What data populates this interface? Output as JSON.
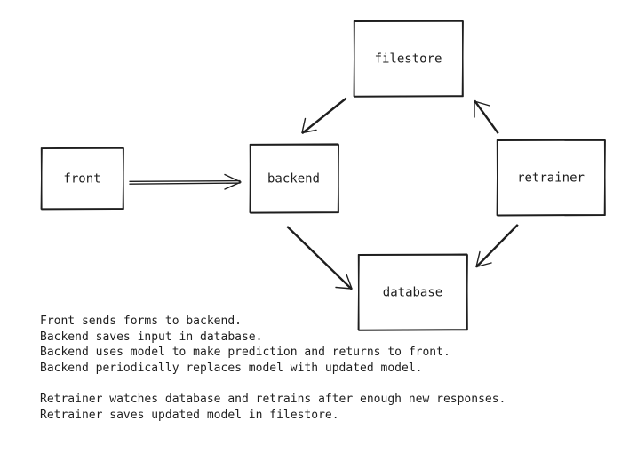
{
  "nodes": {
    "front": "front",
    "backend": "backend",
    "filestore": "filestore",
    "retrainer": "retrainer",
    "database": "database"
  },
  "notes": {
    "paragraph1": [
      "Front sends forms to backend.",
      "Backend saves input in database.",
      "Backend uses model to make prediction and returns to front.",
      "Backend periodically replaces model with updated model."
    ],
    "paragraph2": [
      "Retrainer watches database and retrains after enough new responses.",
      "Retrainer saves updated model in filestore."
    ]
  },
  "colors": {
    "stroke": "#1e1e1e",
    "background": "#ffffff"
  }
}
